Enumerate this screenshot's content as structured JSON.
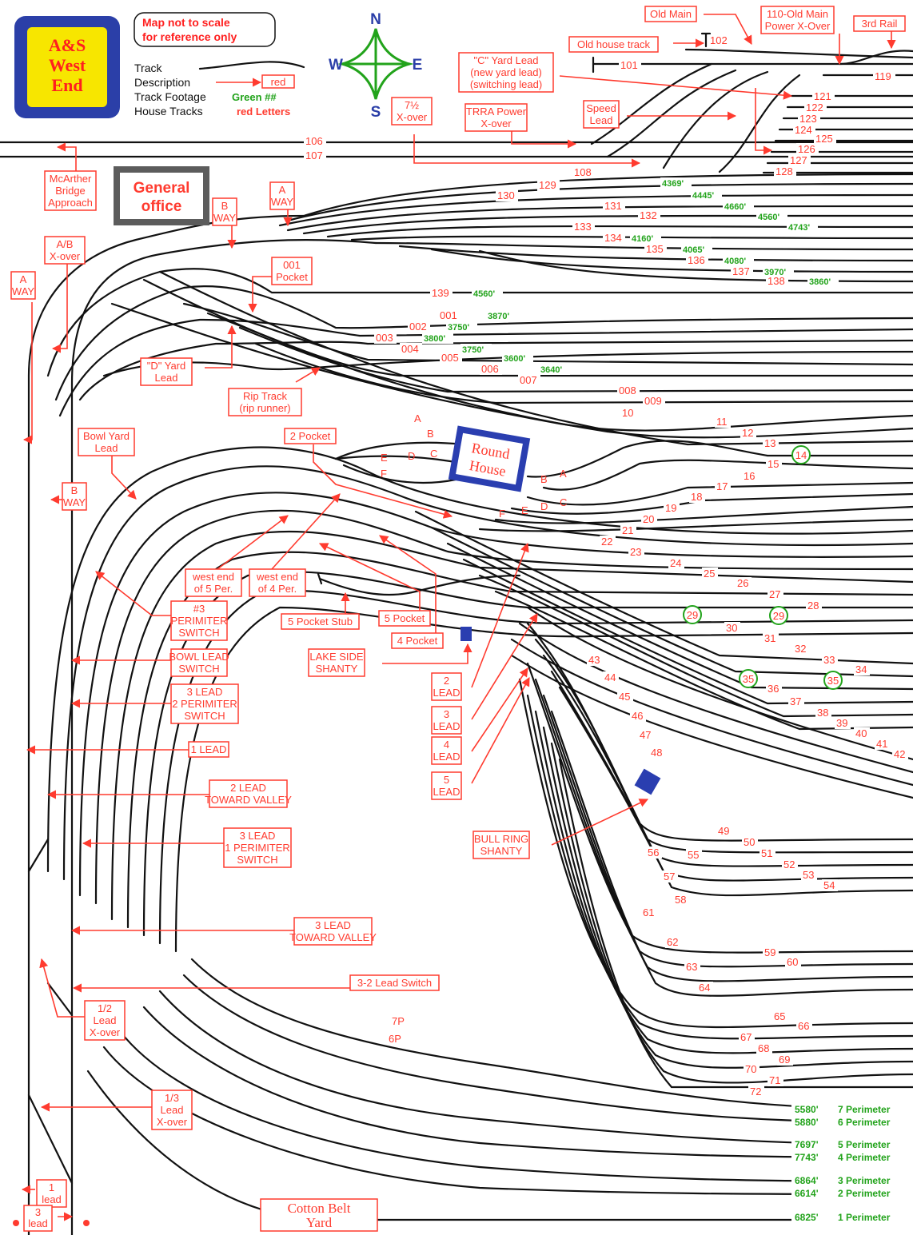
{
  "title_badge": {
    "lines": [
      "A&S",
      "West",
      "End"
    ]
  },
  "scale_note": {
    "lines": [
      "Map not to scale",
      "for reference only"
    ]
  },
  "legend": {
    "track": "Track",
    "description": "Description",
    "description_sample": "red",
    "footage": "Track Footage",
    "footage_sample": "Green ##",
    "house": "House Tracks",
    "house_sample": "red  Letters"
  },
  "compass": {
    "n": "N",
    "s": "S",
    "e": "E",
    "w": "W"
  },
  "general_office": {
    "lines": [
      "General",
      "office"
    ]
  },
  "round_house": {
    "lines": [
      "Round",
      "House"
    ]
  },
  "cotton_belt": {
    "lines": [
      "Cotton Belt",
      "Yard"
    ]
  },
  "labels": [
    {
      "id": "old-main",
      "lines": [
        "Old Main"
      ]
    },
    {
      "id": "old-main-xover",
      "lines": [
        "110-Old Main",
        "Power X-Over"
      ]
    },
    {
      "id": "third-rail",
      "lines": [
        "3rd Rail"
      ]
    },
    {
      "id": "old-house",
      "lines": [
        "Old house track"
      ]
    },
    {
      "id": "c-yard-lead",
      "lines": [
        "\"C\" Yard Lead",
        "(new yard lead)",
        "(switching lead)"
      ]
    },
    {
      "id": "seven-half",
      "lines": [
        "7½",
        "X-over"
      ]
    },
    {
      "id": "trra-power",
      "lines": [
        "TRRA Power",
        "X-over"
      ]
    },
    {
      "id": "speed-lead",
      "lines": [
        "Speed",
        "Lead"
      ]
    },
    {
      "id": "mcarther",
      "lines": [
        "McArther",
        "Bridge",
        "Approach"
      ]
    },
    {
      "id": "b-way-top",
      "lines": [
        "B",
        "WAY"
      ]
    },
    {
      "id": "a-way-top",
      "lines": [
        "A",
        "WAY"
      ]
    },
    {
      "id": "ab-xover",
      "lines": [
        "A/B",
        "X-over"
      ]
    },
    {
      "id": "a-way-left",
      "lines": [
        "A",
        "WAY"
      ]
    },
    {
      "id": "pocket-001",
      "lines": [
        "001",
        "Pocket"
      ]
    },
    {
      "id": "d-yard-lead",
      "lines": [
        "\"D\" Yard",
        "Lead"
      ]
    },
    {
      "id": "rip-track",
      "lines": [
        "Rip Track",
        "(rip runner)"
      ]
    },
    {
      "id": "bowl-yard",
      "lines": [
        "Bowl Yard",
        "Lead"
      ]
    },
    {
      "id": "two-pocket",
      "lines": [
        "2 Pocket"
      ]
    },
    {
      "id": "b-way-left",
      "lines": [
        "B",
        "WAY"
      ]
    },
    {
      "id": "west-end-5",
      "lines": [
        "west end",
        "of 5 Per."
      ]
    },
    {
      "id": "west-end-4",
      "lines": [
        "west end",
        "of 4 Per."
      ]
    },
    {
      "id": "perim-3-switch",
      "lines": [
        "#3",
        "PERIMITER",
        "SWITCH"
      ]
    },
    {
      "id": "five-pocket-stub",
      "lines": [
        "5 Pocket Stub"
      ]
    },
    {
      "id": "five-pocket",
      "lines": [
        "5 Pocket"
      ]
    },
    {
      "id": "four-pocket",
      "lines": [
        "4 Pocket"
      ]
    },
    {
      "id": "bowl-lead-switch",
      "lines": [
        "BOWL LEAD",
        "SWITCH"
      ]
    },
    {
      "id": "lake-side",
      "lines": [
        "LAKE SIDE",
        "SHANTY"
      ]
    },
    {
      "id": "lead-2-perim",
      "lines": [
        "3 LEAD",
        "2 PERIMITER",
        "SWITCH"
      ]
    },
    {
      "id": "lead-2",
      "lines": [
        "2",
        "LEAD"
      ]
    },
    {
      "id": "lead-3",
      "lines": [
        "3",
        "LEAD"
      ]
    },
    {
      "id": "lead-1",
      "lines": [
        "1 LEAD"
      ]
    },
    {
      "id": "lead-4",
      "lines": [
        "4",
        "LEAD"
      ]
    },
    {
      "id": "lead-2-valley",
      "lines": [
        "2 LEAD",
        "TOWARD VALLEY"
      ]
    },
    {
      "id": "lead-5",
      "lines": [
        "5",
        "LEAD"
      ]
    },
    {
      "id": "lead-1-perim",
      "lines": [
        "3 LEAD",
        "1 PERIMITER",
        "SWITCH"
      ]
    },
    {
      "id": "bull-ring",
      "lines": [
        "BULL RING",
        "SHANTY"
      ]
    },
    {
      "id": "lead-3-valley",
      "lines": [
        "3 LEAD",
        "TOWARD VALLEY"
      ]
    },
    {
      "id": "lead-32-switch",
      "lines": [
        "3-2 Lead Switch"
      ]
    },
    {
      "id": "half-lead-xover",
      "lines": [
        "1/2",
        "Lead",
        "X-over"
      ]
    },
    {
      "id": "third-lead-xover",
      "lines": [
        "1/3",
        "Lead",
        "X-over"
      ]
    },
    {
      "id": "one-lead-bottom",
      "lines": [
        "1",
        "lead"
      ]
    },
    {
      "id": "three-lead-bottom",
      "lines": [
        "3",
        "lead"
      ]
    }
  ],
  "track_numbers": [
    {
      "t": "106"
    },
    {
      "t": "107"
    },
    {
      "t": "101"
    },
    {
      "t": "102"
    },
    {
      "t": "119"
    },
    {
      "t": "121"
    },
    {
      "t": "122"
    },
    {
      "t": "123"
    },
    {
      "t": "124"
    },
    {
      "t": "125"
    },
    {
      "t": "126"
    },
    {
      "t": "127"
    },
    {
      "t": "128"
    },
    {
      "t": "108"
    },
    {
      "t": "129"
    },
    {
      "t": "130"
    },
    {
      "t": "131"
    },
    {
      "t": "132"
    },
    {
      "t": "133"
    },
    {
      "t": "134"
    },
    {
      "t": "135"
    },
    {
      "t": "136"
    },
    {
      "t": "137"
    },
    {
      "t": "138"
    },
    {
      "t": "139"
    },
    {
      "t": "001"
    },
    {
      "t": "002"
    },
    {
      "t": "003"
    },
    {
      "t": "004"
    },
    {
      "t": "005"
    },
    {
      "t": "006"
    },
    {
      "t": "007"
    },
    {
      "t": "008"
    },
    {
      "t": "009"
    },
    {
      "t": "10"
    },
    {
      "t": "11"
    },
    {
      "t": "12"
    },
    {
      "t": "13"
    },
    {
      "t": "15"
    },
    {
      "t": "16"
    },
    {
      "t": "17"
    },
    {
      "t": "18"
    },
    {
      "t": "19"
    },
    {
      "t": "20"
    },
    {
      "t": "21"
    },
    {
      "t": "22"
    },
    {
      "t": "23"
    },
    {
      "t": "24"
    },
    {
      "t": "25"
    },
    {
      "t": "26"
    },
    {
      "t": "27"
    },
    {
      "t": "28"
    },
    {
      "t": "30"
    },
    {
      "t": "31"
    },
    {
      "t": "32"
    },
    {
      "t": "33"
    },
    {
      "t": "34"
    },
    {
      "t": "36"
    },
    {
      "t": "37"
    },
    {
      "t": "38"
    },
    {
      "t": "39"
    },
    {
      "t": "40"
    },
    {
      "t": "41"
    },
    {
      "t": "42"
    },
    {
      "t": "43"
    },
    {
      "t": "44"
    },
    {
      "t": "45"
    },
    {
      "t": "46"
    },
    {
      "t": "47"
    },
    {
      "t": "48"
    },
    {
      "t": "49"
    },
    {
      "t": "50"
    },
    {
      "t": "51"
    },
    {
      "t": "52"
    },
    {
      "t": "53"
    },
    {
      "t": "54"
    },
    {
      "t": "55"
    },
    {
      "t": "56"
    },
    {
      "t": "57"
    },
    {
      "t": "58"
    },
    {
      "t": "59"
    },
    {
      "t": "60"
    },
    {
      "t": "61"
    },
    {
      "t": "62"
    },
    {
      "t": "63"
    },
    {
      "t": "64"
    },
    {
      "t": "65"
    },
    {
      "t": "66"
    },
    {
      "t": "67"
    },
    {
      "t": "68"
    },
    {
      "t": "69"
    },
    {
      "t": "70"
    },
    {
      "t": "71"
    },
    {
      "t": "72"
    },
    {
      "t": "7P"
    },
    {
      "t": "6P"
    }
  ],
  "circled_numbers": [
    {
      "t": "14"
    },
    {
      "t": "29"
    },
    {
      "t": "29"
    },
    {
      "t": "35"
    },
    {
      "t": "35"
    }
  ],
  "footages": [
    {
      "t": "4369'"
    },
    {
      "t": "4445'"
    },
    {
      "t": "4660'"
    },
    {
      "t": "4560'"
    },
    {
      "t": "4743'"
    },
    {
      "t": "4160'"
    },
    {
      "t": "4065'"
    },
    {
      "t": "4080'"
    },
    {
      "t": "3970'"
    },
    {
      "t": "3860'"
    },
    {
      "t": "4560'"
    },
    {
      "t": "3870'"
    },
    {
      "t": "3750'"
    },
    {
      "t": "3800'"
    },
    {
      "t": "3750'"
    },
    {
      "t": "3600'"
    },
    {
      "t": "3640'"
    }
  ],
  "house_letters": [
    {
      "t": "A"
    },
    {
      "t": "B"
    },
    {
      "t": "C"
    },
    {
      "t": "D"
    },
    {
      "t": "E"
    },
    {
      "t": "F"
    },
    {
      "t": "A"
    },
    {
      "t": "B"
    },
    {
      "t": "C"
    },
    {
      "t": "D"
    },
    {
      "t": "E"
    },
    {
      "t": "F"
    }
  ],
  "perimeters": [
    {
      "ft": "5580'",
      "name": "7 Perimeter"
    },
    {
      "ft": "5880'",
      "name": "6 Perimeter"
    },
    {
      "ft": "7697'",
      "name": "5 Perimeter"
    },
    {
      "ft": "7743'",
      "name": "4 Perimeter"
    },
    {
      "ft": "6864'",
      "name": "3 Perimeter"
    },
    {
      "ft": "6614'",
      "name": "2 Perimeter"
    },
    {
      "ft": "6825'",
      "name": "1 Perimeter"
    }
  ],
  "colors": {
    "label_red": "#ff3b2f",
    "footage_green": "#22a31b",
    "badge_blue": "#2b3fa8",
    "badge_yellow": "#f7e600",
    "office_grey": "#5c5c5c",
    "roundhouse_blue": "#2a3eb0"
  }
}
